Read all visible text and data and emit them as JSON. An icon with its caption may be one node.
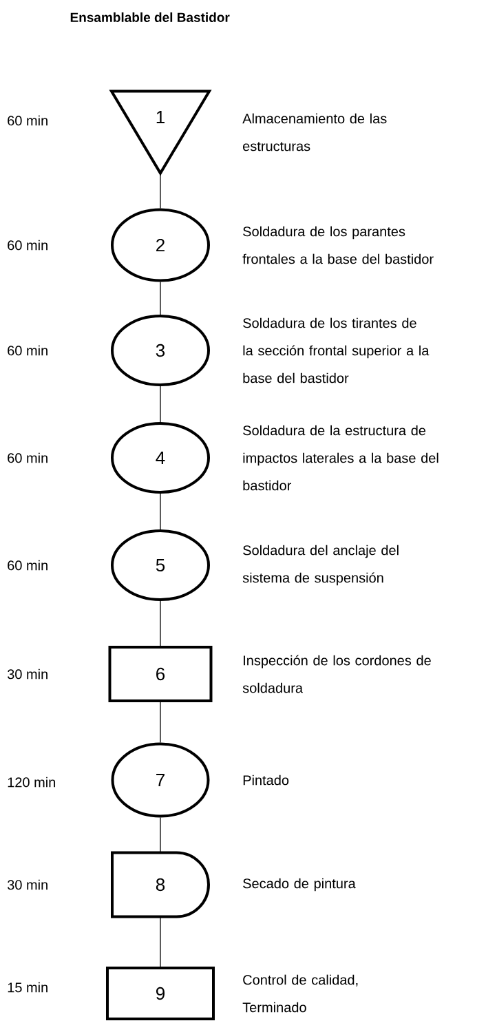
{
  "diagram": {
    "title": "Ensamblable del Bastidor",
    "nodes": [
      {
        "text": [
          "1"
        ],
        "beside": [
          "Almacenamiento de las estructuras"
        ]
      },
      {
        "text": [
          "2"
        ],
        "beside": [
          "Soldadura de los parantes frontales a la base del bastidor"
        ]
      },
      {
        "text": [
          "3"
        ],
        "beside": [
          "Soldadura de los tirantes de la sección frontal superior a la base del bastidor"
        ]
      },
      {
        "text": [
          "4"
        ],
        "beside": [
          "Soldadura de la estructura de impactos laterales a la base del bastidor"
        ]
      },
      {
        "text": [
          "5"
        ],
        "beside": [
          "Soldadura del anclaje del sistema de suspensión"
        ]
      },
      {
        "text": [
          "6"
        ],
        "beside": [
          "Inspección de los cordones de soldadura"
        ]
      },
      {
        "text": [
          "7"
        ],
        "beside": [
          "Pintado"
        ]
      },
      {
        "text": [
          "8"
        ],
        "beside": [
          "Secado de pintura"
        ]
      },
      {
        "text": [
          "9"
        ],
        "beside": [
          "Control de calidad, Terminado"
        ]
      }
    ],
    "edges": [
      {
        "from": 0,
        "to": 1,
        "arrow": "none"
      },
      {
        "from": 1,
        "to": 2,
        "arrow": "none"
      },
      {
        "from": 2,
        "to": 3,
        "arrow": "none"
      },
      {
        "from": 3,
        "to": 4,
        "arrow": "none"
      },
      {
        "from": 4,
        "to": 5,
        "arrow": "none"
      },
      {
        "from": 5,
        "to": 6,
        "arrow": "none"
      },
      {
        "from": 6,
        "to": 7,
        "arrow": "none"
      },
      {
        "from": 7,
        "to": 8,
        "arrow": "none"
      }
    ],
    "labels": [
      "60 min",
      "60 min",
      "60 min",
      "60 min",
      "60 min",
      "30 min",
      "120 min",
      "30 min",
      "15 min"
    ]
  }
}
